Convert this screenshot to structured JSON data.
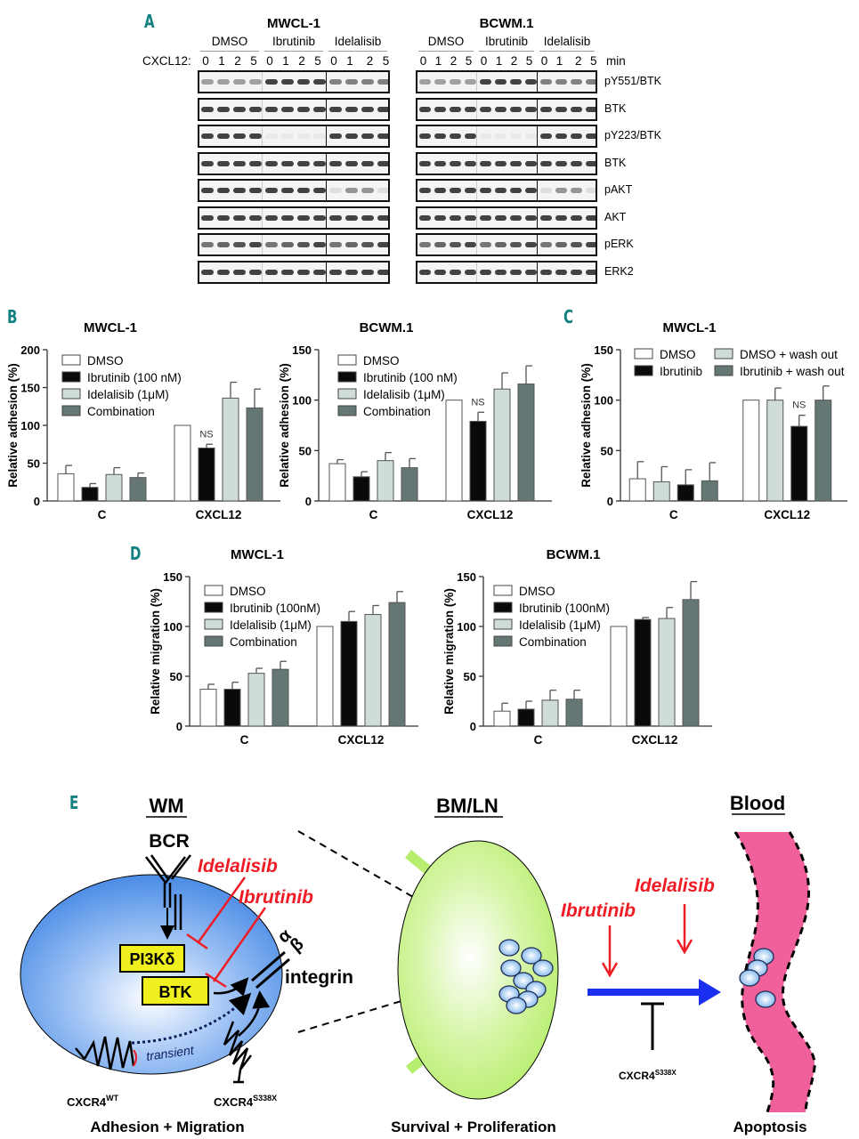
{
  "figure": {
    "panel_letters": [
      "A",
      "B",
      "C",
      "D",
      "E"
    ]
  },
  "panelA": {
    "cell_lines": [
      "MWCL-1",
      "BCWM.1"
    ],
    "treatments": [
      "DMSO",
      "Ibrutinib",
      "Idelalisib"
    ],
    "cxcl12_label": "CXCL12:",
    "timepoints": [
      "0",
      "1",
      "2",
      "5"
    ],
    "time_unit": "min",
    "blot_labels": [
      "pY551/BTK",
      "BTK",
      "pY223/BTK",
      "BTK",
      "pAKT",
      "AKT",
      "pERK",
      "ERK2"
    ]
  },
  "colors": {
    "DMSO": "#ffffff",
    "Ibrutinib": "#0a0a0a",
    "Idelalisib": "#cfdcd8",
    "Combination": "#657775",
    "DMSO_washout": "#cfdcd8",
    "Ibrutinib_washout": "#657775",
    "panel_letter": "#127f80",
    "drug_red": "#ee1c24",
    "cell_blue": "#4f8fe6",
    "node_green": "#b8ee70",
    "blood_pink": "#f0609a",
    "arrow_blue": "#1a2ff0",
    "box_yellow": "#f0f020"
  },
  "chart_data": [
    {
      "id": "B-MWCL-1",
      "type": "bar",
      "title": "MWCL-1",
      "ylabel": "Relative adhesion (%)",
      "xlabel": "",
      "categories": [
        "C",
        "CXCL12"
      ],
      "ylim": [
        0,
        200
      ],
      "yticks": [
        0,
        50,
        100,
        150,
        200
      ],
      "legend_position": "top-left",
      "series": [
        {
          "name": "DMSO",
          "color_key": "DMSO",
          "values": [
            36,
            100
          ],
          "errors": [
            11,
            0
          ]
        },
        {
          "name": "Ibrutinib (100 nM)",
          "color_key": "Ibrutinib",
          "values": [
            18,
            70
          ],
          "errors": [
            5,
            5
          ]
        },
        {
          "name": "Idelalisib (1μM)",
          "color_key": "Idelalisib",
          "values": [
            35,
            136
          ],
          "errors": [
            9,
            21
          ]
        },
        {
          "name": "Combination",
          "color_key": "Combination",
          "values": [
            31,
            123
          ],
          "errors": [
            6,
            25
          ]
        }
      ],
      "annotations": [
        {
          "text": "NS",
          "category": "CXCL12",
          "series": 1
        }
      ]
    },
    {
      "id": "B-BCWM.1",
      "type": "bar",
      "title": "BCWM.1",
      "ylabel": "Relative adhesion (%)",
      "xlabel": "",
      "categories": [
        "C",
        "CXCL12"
      ],
      "ylim": [
        0,
        150
      ],
      "yticks": [
        0,
        50,
        100,
        150
      ],
      "legend_position": "top-left",
      "series": [
        {
          "name": "DMSO",
          "color_key": "DMSO",
          "values": [
            37,
            100
          ],
          "errors": [
            4,
            0
          ]
        },
        {
          "name": "Ibrutinib (100 nM)",
          "color_key": "Ibrutinib",
          "values": [
            24,
            79
          ],
          "errors": [
            5,
            9
          ]
        },
        {
          "name": "Idelalisib (1μM)",
          "color_key": "Idelalisib",
          "values": [
            40,
            111
          ],
          "errors": [
            8,
            16
          ]
        },
        {
          "name": "Combination",
          "color_key": "Combination",
          "values": [
            33,
            116
          ],
          "errors": [
            9,
            18
          ]
        }
      ],
      "annotations": [
        {
          "text": "NS",
          "category": "CXCL12",
          "series": 1
        }
      ]
    },
    {
      "id": "C-MWCL-1",
      "type": "bar",
      "title": "MWCL-1",
      "ylabel": "Relative adhesion (%)",
      "xlabel": "",
      "categories": [
        "C",
        "CXCL12"
      ],
      "ylim": [
        0,
        150
      ],
      "yticks": [
        0,
        50,
        100,
        150
      ],
      "legend_position": "top",
      "series": [
        {
          "name": "DMSO",
          "color_key": "DMSO",
          "values": [
            22,
            100
          ],
          "errors": [
            17,
            0
          ]
        },
        {
          "name": "DMSO + wash out",
          "color_key": "DMSO_washout",
          "values": [
            19,
            100
          ],
          "errors": [
            15,
            12
          ]
        },
        {
          "name": "Ibrutinib",
          "color_key": "Ibrutinib",
          "values": [
            16,
            74
          ],
          "errors": [
            15,
            11
          ]
        },
        {
          "name": "Ibrutinib + wash out",
          "color_key": "Ibrutinib_washout",
          "values": [
            20,
            100
          ],
          "errors": [
            18,
            14
          ]
        }
      ],
      "legend_order": [
        0,
        2,
        1,
        3
      ],
      "annotations": [
        {
          "text": "NS",
          "category": "CXCL12",
          "series": 2
        }
      ]
    },
    {
      "id": "D-MWCL-1",
      "type": "bar",
      "title": "MWCL-1",
      "ylabel": "Relative migration (%)",
      "xlabel": "",
      "categories": [
        "C",
        "CXCL12"
      ],
      "ylim": [
        0,
        150
      ],
      "yticks": [
        0,
        50,
        100,
        150
      ],
      "legend_position": "top-left",
      "series": [
        {
          "name": "DMSO",
          "color_key": "DMSO",
          "values": [
            37,
            100
          ],
          "errors": [
            5,
            0
          ]
        },
        {
          "name": "Ibrutinib (100nM)",
          "color_key": "Ibrutinib",
          "values": [
            37,
            105
          ],
          "errors": [
            7,
            10
          ]
        },
        {
          "name": "Idelalisib (1μM)",
          "color_key": "Idelalisib",
          "values": [
            53,
            112
          ],
          "errors": [
            5,
            9
          ]
        },
        {
          "name": "Combination",
          "color_key": "Combination",
          "values": [
            57,
            124
          ],
          "errors": [
            8,
            11
          ]
        }
      ],
      "annotations": []
    },
    {
      "id": "D-BCWM.1",
      "type": "bar",
      "title": "BCWM.1",
      "ylabel": "Relative migration (%)",
      "xlabel": "",
      "categories": [
        "C",
        "CXCL12"
      ],
      "ylim": [
        0,
        150
      ],
      "yticks": [
        0,
        50,
        100,
        150
      ],
      "legend_position": "top-left",
      "series": [
        {
          "name": "DMSO",
          "color_key": "DMSO",
          "values": [
            15,
            100
          ],
          "errors": [
            8,
            0
          ]
        },
        {
          "name": "Ibrutinib (100nM)",
          "color_key": "Ibrutinib",
          "values": [
            17,
            107
          ],
          "errors": [
            8,
            2
          ]
        },
        {
          "name": "Idelalisib (1μM)",
          "color_key": "Idelalisib",
          "values": [
            26,
            108
          ],
          "errors": [
            10,
            11
          ]
        },
        {
          "name": "Combination",
          "color_key": "Combination",
          "values": [
            27,
            127
          ],
          "errors": [
            9,
            18
          ]
        }
      ],
      "annotations": []
    }
  ],
  "panelE": {
    "headings": {
      "wm": "WM",
      "bmln": "BM/LN",
      "blood": "Blood"
    },
    "bcr": "BCR",
    "idelalisib": "Idelalisib",
    "ibrutinib": "Ibrutinib",
    "pi3k": "PI3Kδ",
    "btk": "BTK",
    "integrin": "integrin",
    "transient": "transient",
    "cxcr4_wt_base": "CXCR4",
    "cxcr4_wt_sup": "WT",
    "cxcr4_mut_base": "CXCR4",
    "cxcr4_mut_sup": "S338X",
    "alpha": "α",
    "beta": "β",
    "captions": {
      "wm": "Adhesion + Migration",
      "bmln": "Survival + Proliferation",
      "blood": "Apoptosis"
    }
  }
}
